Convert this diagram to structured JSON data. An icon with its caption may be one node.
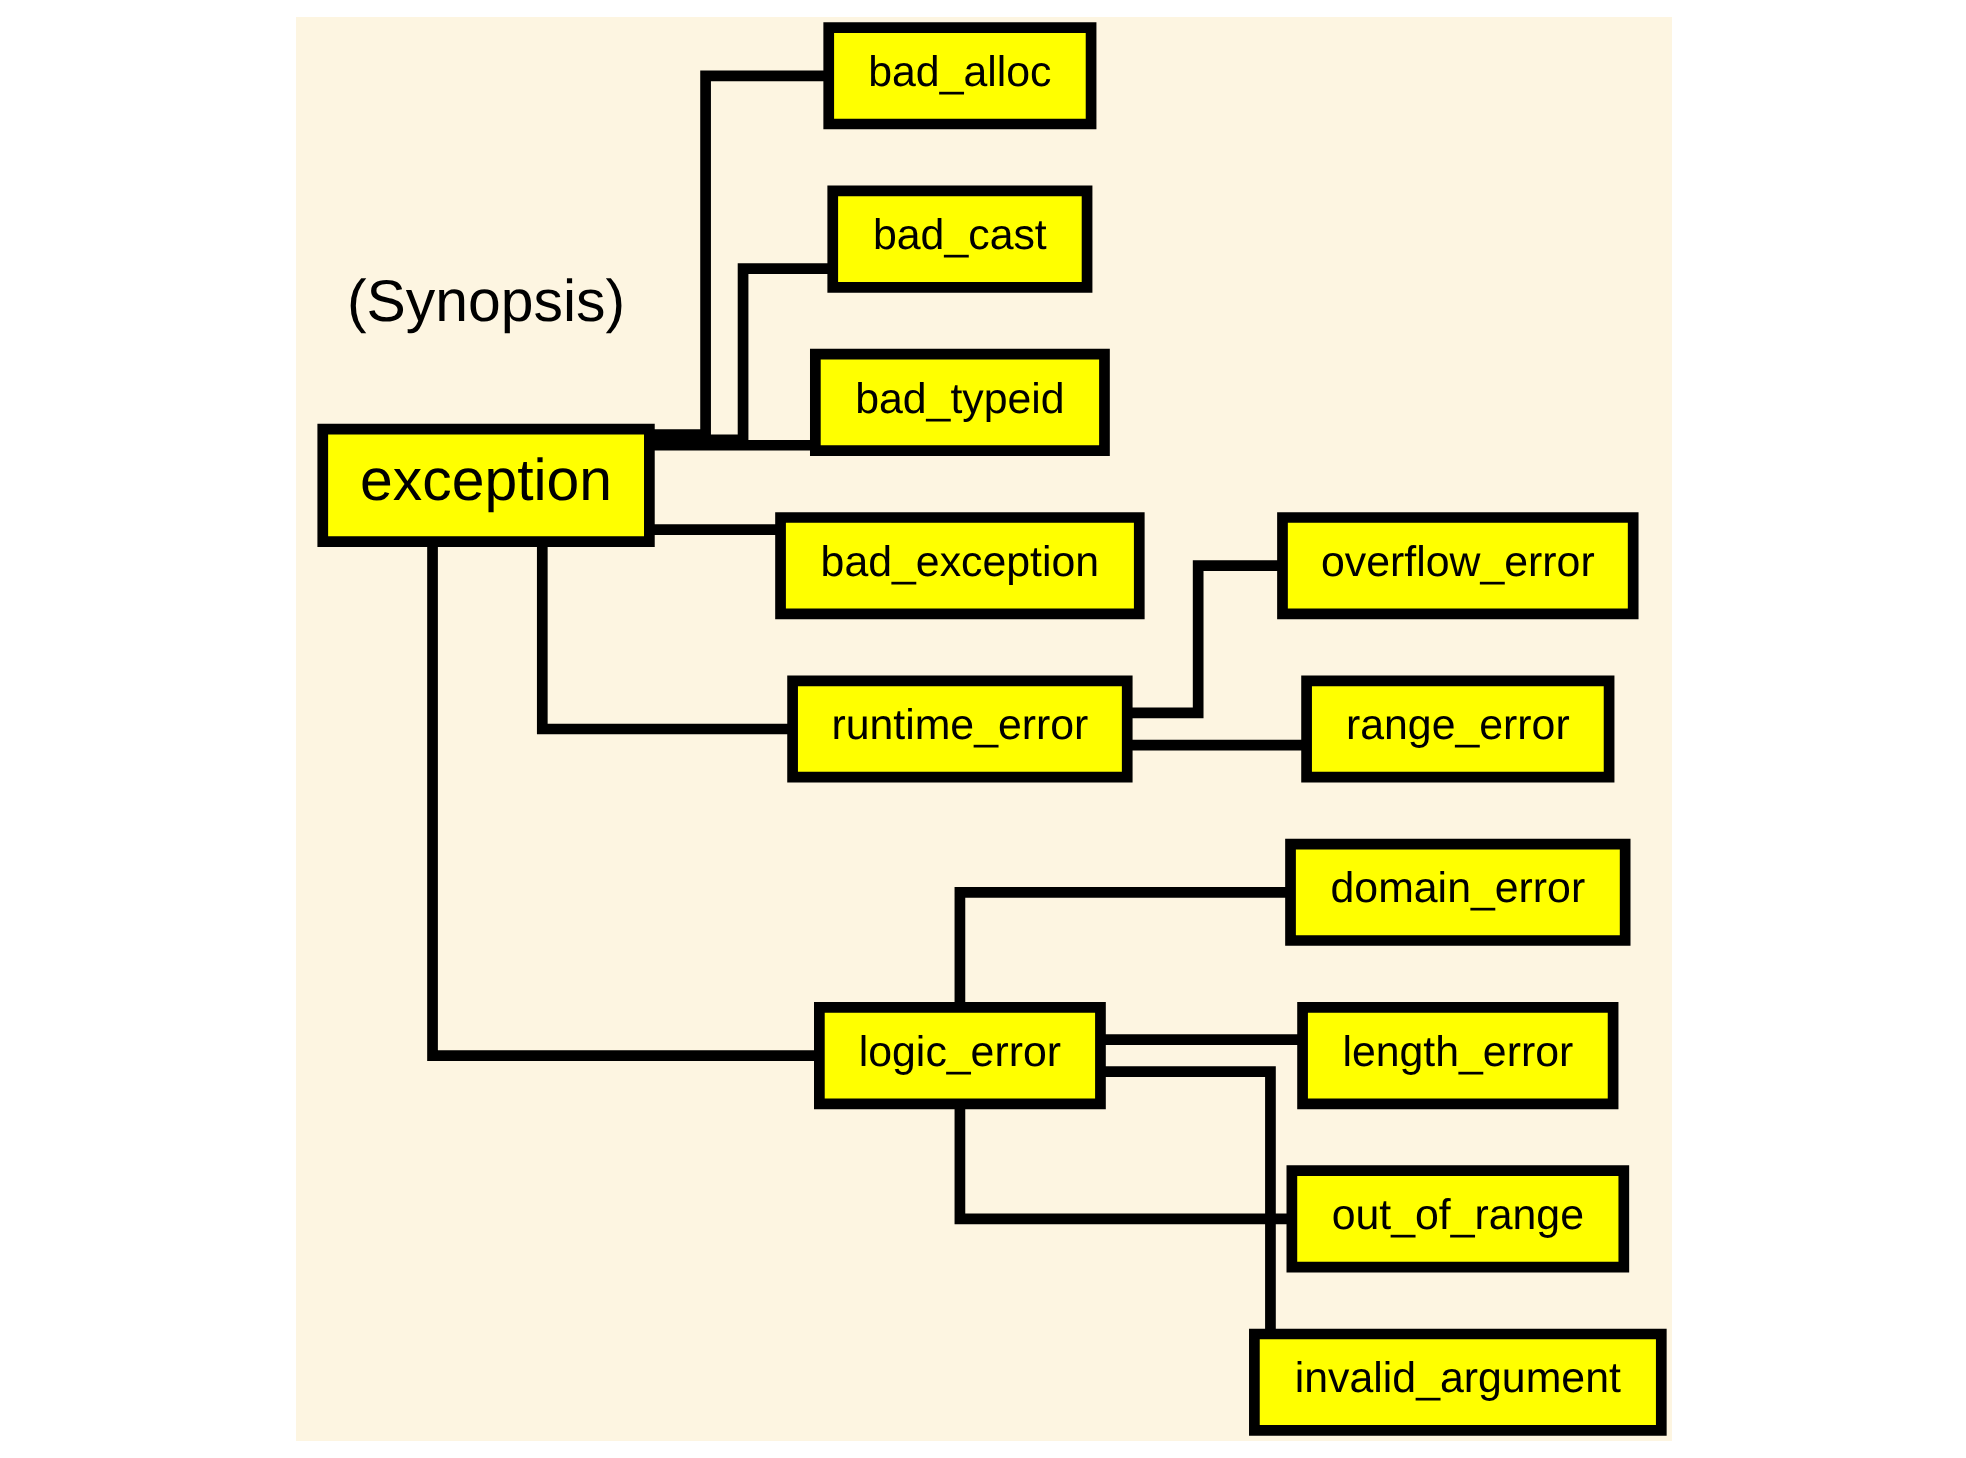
{
  "diagram": {
    "nodes": [
      {
        "text": [
          "exception"
        ]
      },
      {
        "text": [
          "bad_alloc"
        ]
      },
      {
        "text": [
          "bad_cast"
        ]
      },
      {
        "text": [
          "bad_typeid"
        ]
      },
      {
        "text": [
          "bad_exception"
        ]
      },
      {
        "text": [
          "runtime_error"
        ]
      },
      {
        "text": [
          "overflow_error"
        ]
      },
      {
        "text": [
          "range_error"
        ]
      },
      {
        "text": [
          "logic_error"
        ]
      },
      {
        "text": [
          "domain_error"
        ]
      },
      {
        "text": [
          "length_error"
        ]
      },
      {
        "text": [
          "out_of_range"
        ]
      },
      {
        "text": [
          "invalid_argument"
        ]
      }
    ],
    "edges": [
      {
        "from": 0,
        "to": 1,
        "arrow": "none"
      },
      {
        "from": 0,
        "to": 2,
        "arrow": "none"
      },
      {
        "from": 0,
        "to": 3,
        "arrow": "none"
      },
      {
        "from": 0,
        "to": 4,
        "arrow": "none"
      },
      {
        "from": 0,
        "to": 5,
        "arrow": "none"
      },
      {
        "from": 0,
        "to": 8,
        "arrow": "none"
      },
      {
        "from": 5,
        "to": 6,
        "arrow": "none"
      },
      {
        "from": 5,
        "to": 7,
        "arrow": "none"
      },
      {
        "from": 8,
        "to": 9,
        "arrow": "none"
      },
      {
        "from": 8,
        "to": 10,
        "arrow": "none"
      },
      {
        "from": 8,
        "to": 11,
        "arrow": "none"
      },
      {
        "from": 8,
        "to": 12,
        "arrow": "none"
      }
    ],
    "labels": [
      "(Synopsis)"
    ]
  }
}
